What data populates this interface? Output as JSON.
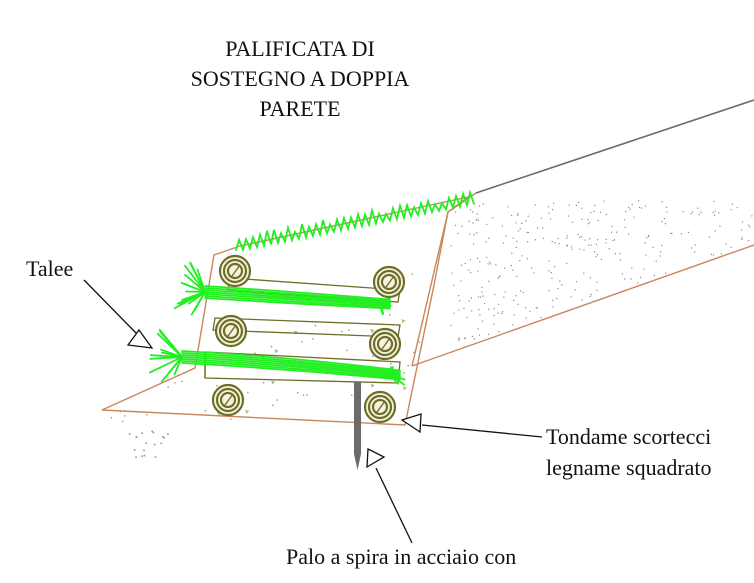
{
  "title": {
    "line1": "PALIFICATA DI",
    "line2": "SOSTEGNO A DOPPIA",
    "line3": "PARETE"
  },
  "labels": {
    "talee": "Talee",
    "tondame_line1": "Tondame scortecci",
    "tondame_line2": "legname squadrato",
    "palo": "Palo a spira in acciaio con"
  },
  "colors": {
    "soil_outline": "#c8865a",
    "vegetation": "#22ee22",
    "logs": "#7a7a2a",
    "stake": "#666666",
    "leader": "#111111"
  }
}
